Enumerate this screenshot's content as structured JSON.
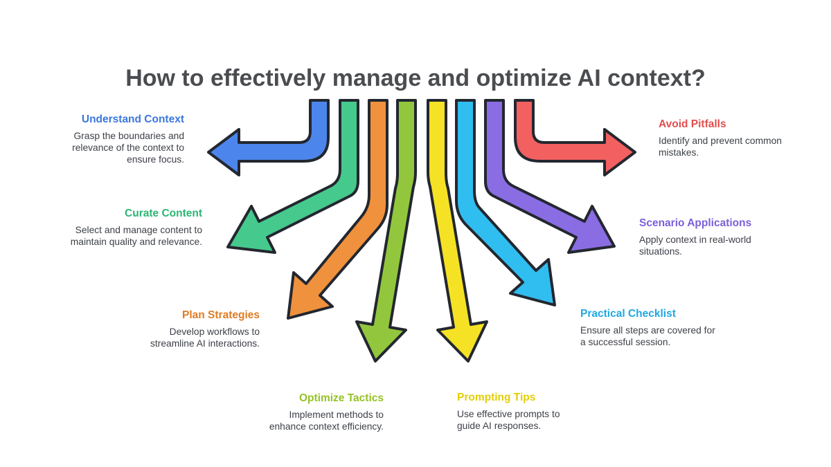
{
  "title": {
    "text": "How to effectively manage and optimize AI context?",
    "color": "#4a4c50"
  },
  "diagram": {
    "background": "#ffffff",
    "outline_color": "#23272f",
    "description": "Eight outlined arrows fan out from a row at top center toward each labeled topic"
  },
  "items": [
    {
      "id": "understand-context",
      "label": "Understand Context",
      "description": "Grasp the boundaries and relevance of the context to ensure focus.",
      "heading_color": "#3b77dc",
      "arrow_color": "#4c86ec",
      "arrow_direction": "left",
      "text_align": "right"
    },
    {
      "id": "curate-content",
      "label": "Curate Content",
      "description": "Select and manage content to maintain quality and relevance.",
      "heading_color": "#2bb573",
      "arrow_color": "#46c98d",
      "arrow_direction": "lower-left",
      "text_align": "right"
    },
    {
      "id": "plan-strategies",
      "label": "Plan Strategies",
      "description": "Develop workflows to streamline AI interactions.",
      "heading_color": "#e07b22",
      "arrow_color": "#f0913d",
      "arrow_direction": "steep-lower-left",
      "text_align": "right"
    },
    {
      "id": "optimize-tactics",
      "label": "Optimize Tactics",
      "description": "Implement methods to enhance context efficiency.",
      "heading_color": "#95c226",
      "arrow_color": "#92c73d",
      "arrow_direction": "down",
      "text_align": "right"
    },
    {
      "id": "prompting-tips",
      "label": "Prompting Tips",
      "description": "Use effective prompts to guide AI responses.",
      "heading_color": "#e4ce04",
      "arrow_color": "#f6e224",
      "arrow_direction": "down",
      "text_align": "left"
    },
    {
      "id": "practical-checklist",
      "label": "Practical Checklist",
      "description": "Ensure all steps are covered for a successful session.",
      "heading_color": "#1fa8e1",
      "arrow_color": "#30bdf0",
      "arrow_direction": "steep-lower-right",
      "text_align": "left"
    },
    {
      "id": "scenario-applications",
      "label": "Scenario Applications",
      "description": "Apply context in real-world situations.",
      "heading_color": "#7c60d8",
      "arrow_color": "#8a6ce3",
      "arrow_direction": "lower-right",
      "text_align": "left"
    },
    {
      "id": "avoid-pitfalls",
      "label": "Avoid Pitfalls",
      "description": "Identify and prevent common mistakes.",
      "heading_color": "#e24e4e",
      "arrow_color": "#f26060",
      "arrow_direction": "right",
      "text_align": "left"
    }
  ]
}
